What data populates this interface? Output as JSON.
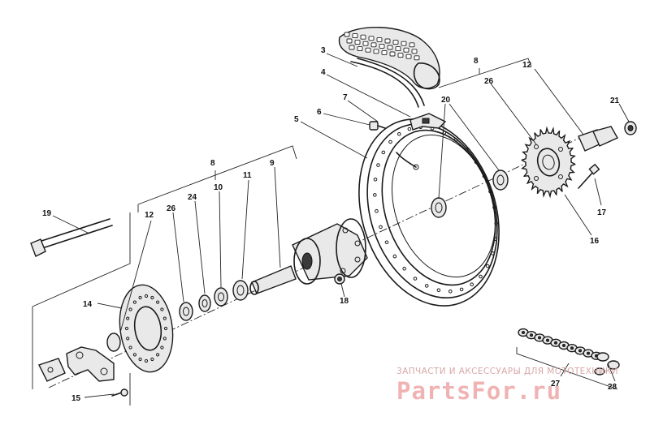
{
  "diagram": {
    "callouts": [
      {
        "id": "c3",
        "text": "3"
      },
      {
        "id": "c4",
        "text": "4"
      },
      {
        "id": "c5",
        "text": "5"
      },
      {
        "id": "c6",
        "text": "6"
      },
      {
        "id": "c7",
        "text": "7"
      },
      {
        "id": "c8a",
        "text": "8"
      },
      {
        "id": "c12a",
        "text": "12"
      },
      {
        "id": "c20",
        "text": "20"
      },
      {
        "id": "c26a",
        "text": "26"
      },
      {
        "id": "c21",
        "text": "21"
      },
      {
        "id": "c17",
        "text": "17"
      },
      {
        "id": "c16",
        "text": "16"
      },
      {
        "id": "c8b",
        "text": "8"
      },
      {
        "id": "c11",
        "text": "11"
      },
      {
        "id": "c10",
        "text": "10"
      },
      {
        "id": "c9",
        "text": "9"
      },
      {
        "id": "c24",
        "text": "24"
      },
      {
        "id": "c26b",
        "text": "26"
      },
      {
        "id": "c12b",
        "text": "12"
      },
      {
        "id": "c19",
        "text": "19"
      },
      {
        "id": "c14",
        "text": "14"
      },
      {
        "id": "c18",
        "text": "18"
      },
      {
        "id": "c15",
        "text": "15"
      },
      {
        "id": "c27",
        "text": "27"
      },
      {
        "id": "c28",
        "text": "28"
      }
    ]
  },
  "watermark": {
    "tagline": "ЗАПЧАСТИ И АКСЕССУАРЫ ДЛЯ МОТОТЕХНИКИ",
    "brand": "PartsFor.ru"
  }
}
